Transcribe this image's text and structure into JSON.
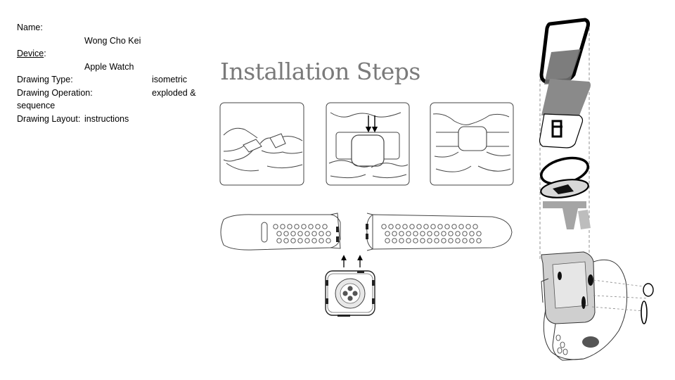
{
  "meta": {
    "name_label": "Name:",
    "name_value": "Wong Cho Kei",
    "device_label": "Device",
    "device_colon": ":",
    "device_value": "Apple Watch",
    "drawing_type_label": "Drawing Type:",
    "drawing_type_value": "isometric",
    "drawing_operation_label": "Drawing Operation:",
    "drawing_operation_value": "exploded &",
    "drawing_operation_cont": "sequence",
    "drawing_layout_label": "Drawing Layout:",
    "drawing_layout_value": "instructions"
  },
  "title": "Installation Steps",
  "icons": {
    "step1": "hands-detach-band-icon",
    "step2": "hands-press-down-icon",
    "step3": "hands-attach-band-icon",
    "band": "sport-band-icon",
    "watch_back": "watch-back-sensor-icon",
    "exploded": "exploded-watch-icon"
  }
}
